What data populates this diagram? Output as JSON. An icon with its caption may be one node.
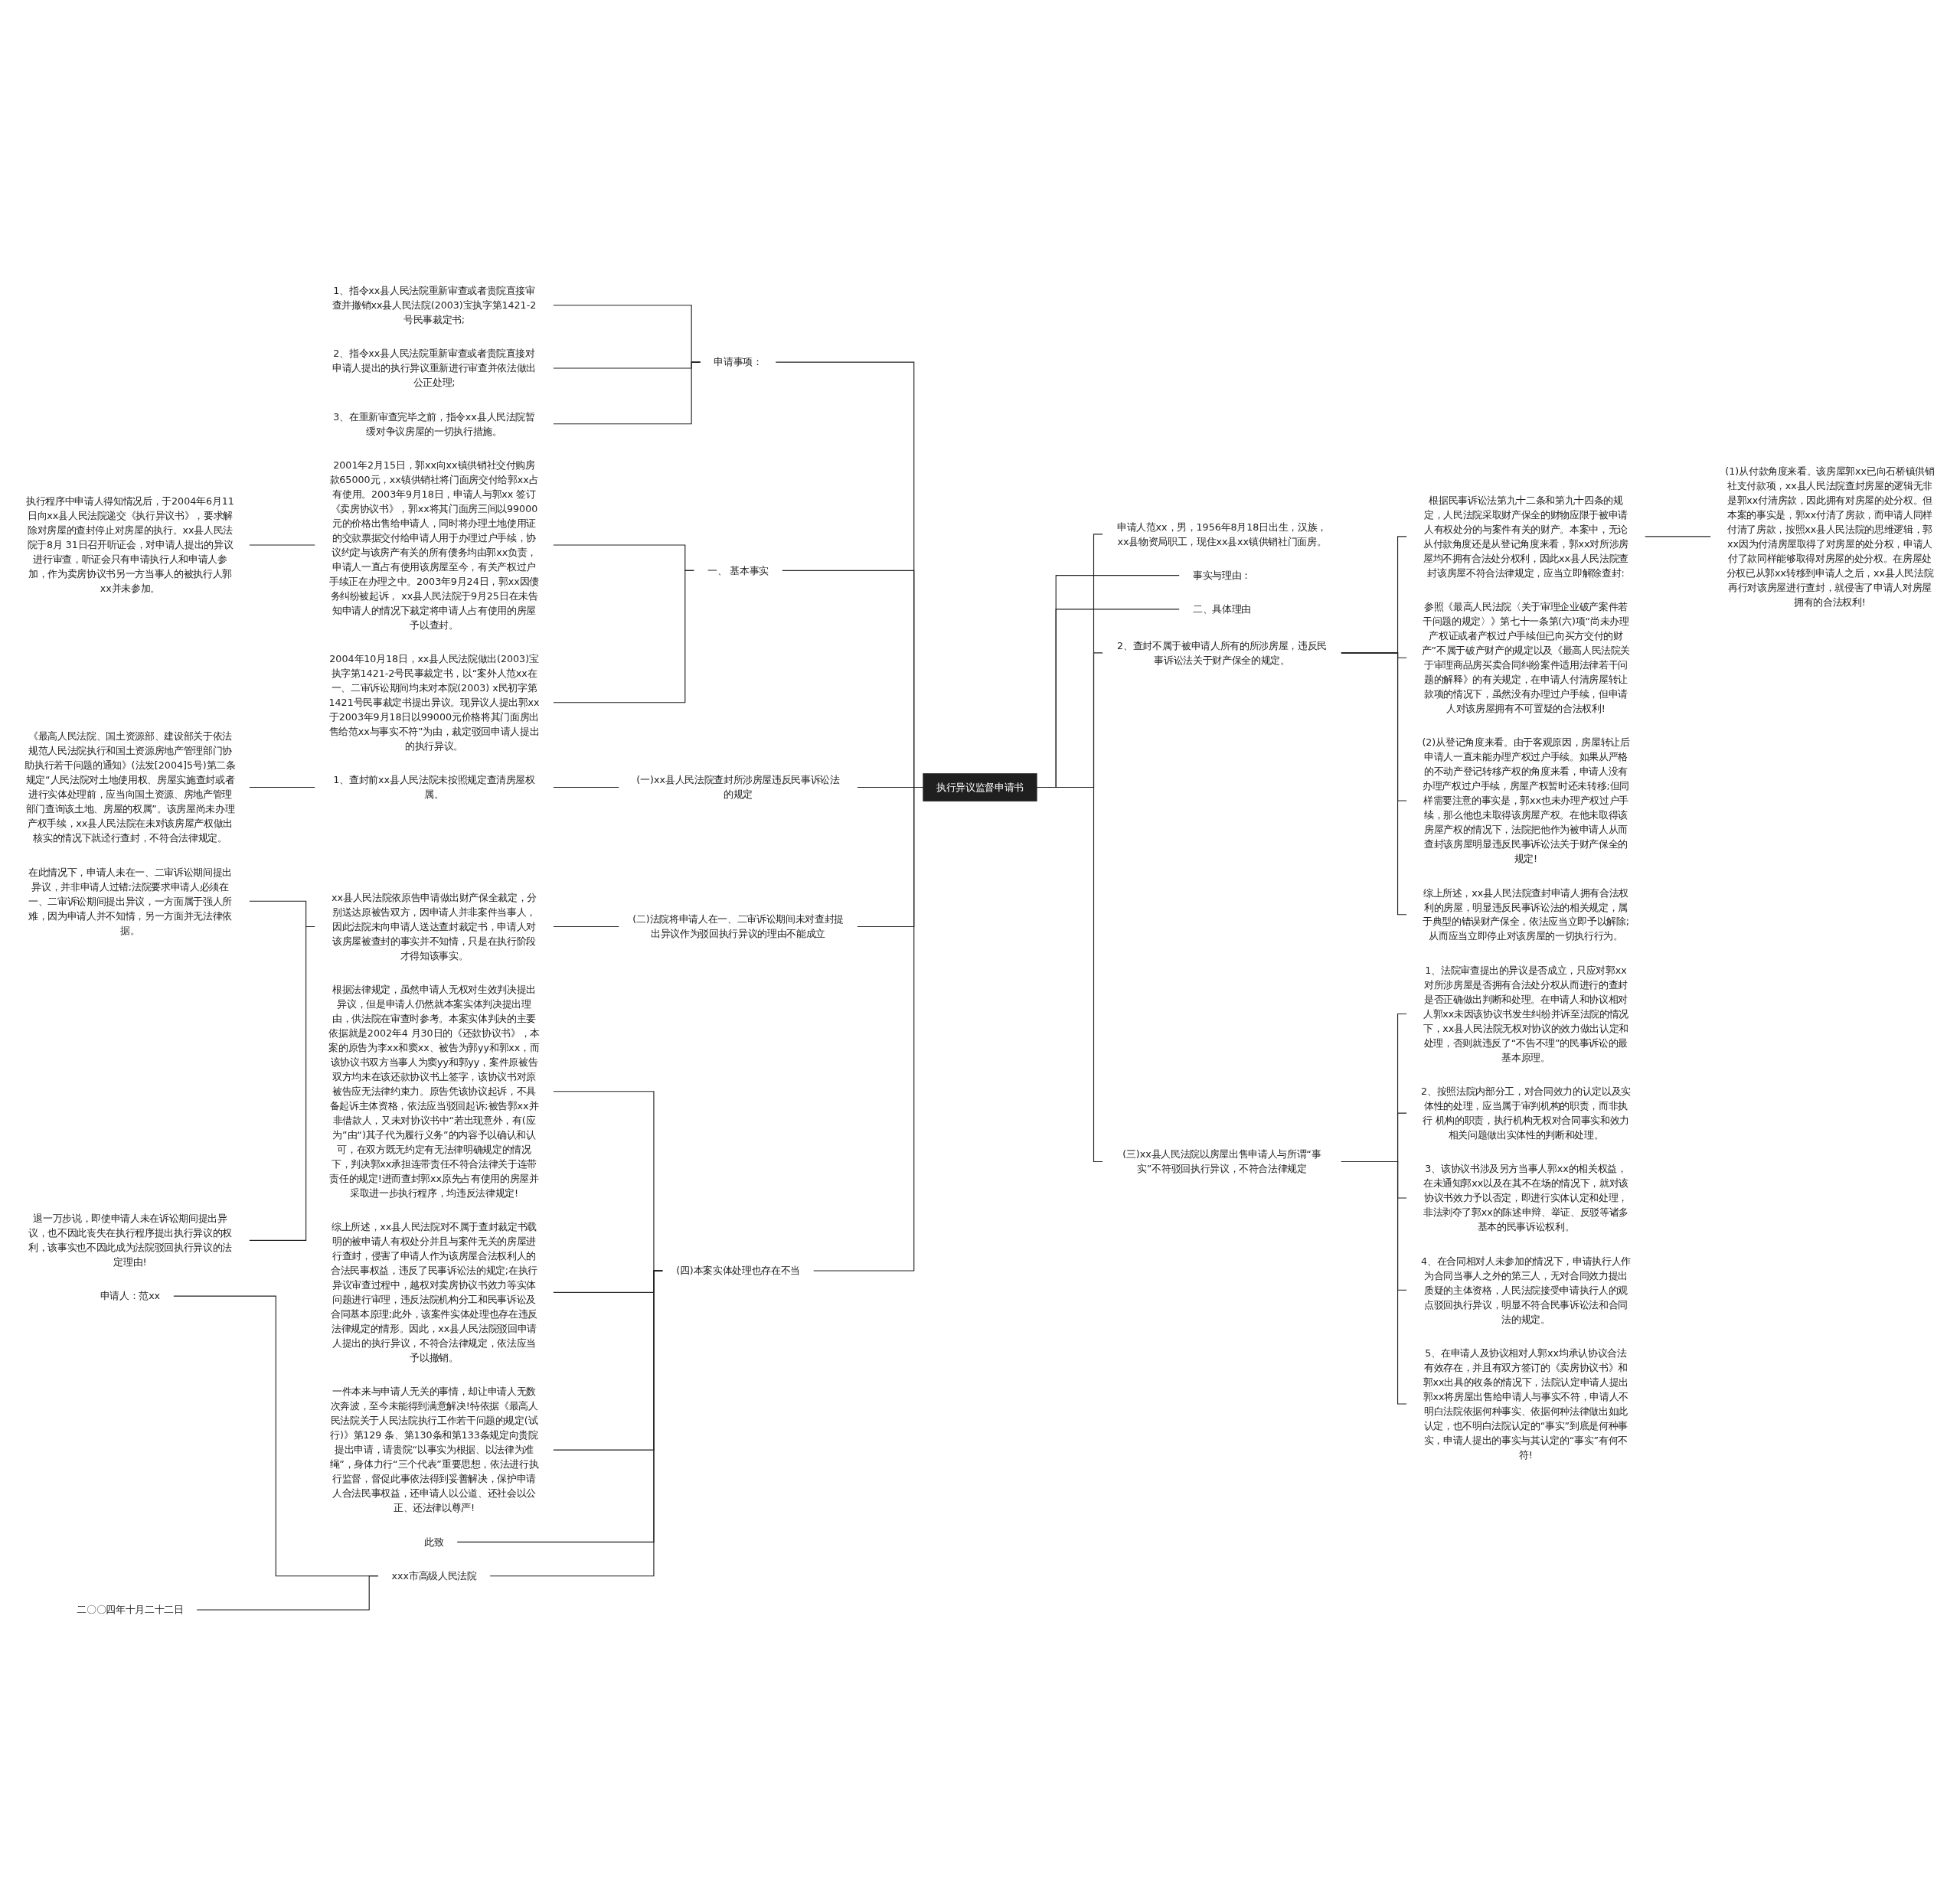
{
  "diagram": {
    "nodes": [
      {
        "text": [
          "执行异议监督申请书"
        ]
      },
      {
        "text": [
          "申请事项："
        ]
      },
      {
        "text": [
          "1、指令xx县人民法院重新审查或者贵院直接审查并撤销xx县人民法院(2003)宝执字第1421-2号民事裁定书;"
        ]
      },
      {
        "text": [
          "2、指令xx县人民法院重新审查或者贵院直接对申请人提出的执行异议重新进行审查并依法做出公正处理;"
        ]
      },
      {
        "text": [
          "3、在重新审查完毕之前，指令xx县人民法院暂缓对争议房屋的一切执行措施。"
        ]
      },
      {
        "text": [
          "一、 基本事实"
        ]
      },
      {
        "text": [
          "2001年2月15日，郭xx向xx镇供销社交付购房款65000元，xx镇供销社将门面房交付给郭xx占有使用。2003年9月18日，申请人与郭xx 签订《卖房协议书》，郭xx将其门面房三间以99000元的价格出售给申请人，同时将办理土地使用证的交款票据交付给申请人用于办理过户手续，协议约定与该房产有关的所有债务均由郭xx负责，申请人一直占有使用该房屋至今，有关产权过户手续正在办理之中。2003年9月24日，郭xx因债务纠纷被起诉， xx县人民法院于9月25日在未告知申请人的情况下裁定将申请人占有使用的房屋予以查封。"
        ]
      },
      {
        "text": [
          "执行程序中申请人得知情况后，于2004年6月11日向xx县人民法院递交《执行异议书》，要求解除对房屋的查封停止对房屋的执行。xx县人民法院于8月 31日召开听证会，对申请人提出的异议进行审查，听证会只有申请执行人和申请人参加，作为卖房协议书另一方当事人的被执行人郭xx并未参加。"
        ]
      },
      {
        "text": [
          "2004年10月18日，xx县人民法院做出(2003)宝执字第1421-2号民事裁定书，以“案外人范xx在一、二审诉讼期间均未对本院(2003) x民初字第1421号民事裁定书提出异议。现异议人提出郭xx于2003年9月18日以99000元价格将其门面房出售给范xx与事实不符”为由，裁定驳回申请人提出的执行异议。"
        ]
      },
      {
        "text": [
          "(一)xx县人民法院查封所涉房屋违反民事诉讼法的规定"
        ]
      },
      {
        "text": [
          "1、查封前xx县人民法院未按照规定查清房屋权属。"
        ]
      },
      {
        "text": [
          "《最高人民法院、国土资源部、建设部关于依法规范人民法院执行和国土资源房地产管理部门协助执行若干问题的通知》(法发[2004]5号)第二条规定“人民法院对土地使用权、房屋实施查封或者进行实体处理前，应当向国土资源、房地产管理部门查询该土地、房屋的权属”。该房屋尚未办理产权手续，xx县人民法院在未对该房屋产权做出核实的情况下就迳行查封，不符合法律规定。"
        ]
      },
      {
        "text": [
          "(二)法院将申请人在一、二审诉讼期间未对查封提出异议作为驳回执行异议的理由不能成立"
        ]
      },
      {
        "text": [
          "xx县人民法院依原告申请做出财产保全裁定，分别送达原被告双方，因申请人并非案件当事人，因此法院未向申请人送达查封裁定书，申请人对该房屋被查封的事实并不知情，只是在执行阶段才得知该事实。"
        ]
      },
      {
        "text": [
          "在此情况下，申请人未在一、二审诉讼期间提出异议，并非申请人过错;法院要求申请人必须在一、二审诉讼期间提出异议，一方面属于强人所难，因为申请人并不知情，另一方面并无法律依据。"
        ]
      },
      {
        "text": [
          "退一万步说，即使申请人未在诉讼期间提出异议，也不因此丧失在执行程序提出执行异议的权利，该事实也不因此成为法院驳回执行异议的法定理由!"
        ]
      },
      {
        "text": [
          "(四)本案实体处理也存在不当"
        ]
      },
      {
        "text": [
          "根据法律规定，虽然申请人无权对生效判决提出异议，但是申请人仍然就本案实体判决提出理由，供法院在审查时参考。本案实体判决的主要依据就是2002年4 月30日的《还款协议书》，本案的原告为李xx和窦xx、被告为郭yy和郭xx，而该协议书双方当事人为窦yy和郭yy，案件原被告双方均未在该还款协议书上签字，该协议书对原被告应无法律约束力。原告凭该协议起诉，不具备起诉主体资格，依法应当驳回起诉;被告郭xx并非借款人，又未对协议书中“若出现意外，有(应为”由“)其子代为履行义务”的内容予以确认和认可，在双方既无约定有无法律明确规定的情况下，判决郭xx承担连带责任不符合法律关于连带责任的规定!进而查封郭xx原先占有使用的房屋并采取进一步执行程序，均违反法律规定!"
        ]
      },
      {
        "text": [
          "综上所述，xx县人民法院对不属于查封裁定书载明的被申请人有权处分并且与案件无关的房屋进行查封，侵害了申请人作为该房屋合法权利人的合法民事权益，违反了民事诉讼法的规定;在执行异议审查过程中，越权对卖房协议书效力等实体问题进行审理，违反法院机构分工和民事诉讼及合同基本原理;此外，该案件实体处理也存在违反法律规定的情形。因此，xx县人民法院驳回申请人提出的执行异议，不符合法律规定，依法应当予以撤销。"
        ]
      },
      {
        "text": [
          "一件本来与申请人无关的事情，却让申请人无数次奔波，至今未能得到满意解决!特依据《最高人民法院关于人民法院执行工作若干问题的规定(试行)》第129 条、第130条和第133条规定向贵院提出申请，请贵院“以事实为根据、以法律为准绳”，身体力行“三个代表”重要思想，依法进行执行监督，督促此事依法得到妥善解决，保护申请人合法民事权益，还申请人以公道、还社会以公正、还法律以尊严!"
        ]
      },
      {
        "text": [
          "此致"
        ]
      },
      {
        "text": [
          "xxx市高级人民法院"
        ]
      },
      {
        "text": [
          "申请人：范xx"
        ]
      },
      {
        "text": [
          "二〇〇四年十月二十二日"
        ]
      },
      {
        "text": [
          "申请人范xx，男，1956年8月18日出生，汉族，xx县物资局职工，现住xx县xx镇供销社门面房。"
        ]
      },
      {
        "text": [
          "事实与理由："
        ]
      },
      {
        "text": [
          "二、具体理由"
        ]
      },
      {
        "text": [
          "2、查封不属于被申请人所有的所涉房屋，违反民事诉讼法关于财产保全的规定。"
        ]
      },
      {
        "text": [
          "根据民事诉讼法第九十二条和第九十四条的规定，人民法院采取财产保全的财物应限于被申请人有权处分的与案件有关的财产。本案中，无论从付款角度还是从登记角度来看，郭xx对所涉房屋均不拥有合法处分权利，因此xx县人民法院查封该房屋不符合法律规定，应当立即解除查封:"
        ]
      },
      {
        "text": [
          "(1)从付款角度来看。该房屋郭xx已向石桥镇供销社支付款项，xx县人民法院查封房屋的逻辑无非是郭xx付清房款，因此拥有对房屋的处分权。但本案的事实是，郭xx付清了房款，而申请人同样付清了房款，按照xx县人民法院的思维逻辑，郭xx因为付清房屋取得了对房屋的处分权，申请人付了款同样能够取得对房屋的处分权。在房屋处分权已从郭xx转移到申请人之后，xx县人民法院再行对该房屋进行查封，就侵害了申请人对房屋拥有的合法权利!"
        ]
      },
      {
        "text": [
          "参照《最高人民法院〈关于审理企业破产案件若干问题的规定〉》第七十一条第(六)项“尚未办理产权证或者产权过户手续但已向买方交付的财产”不属于破产财产的规定以及《最高人民法院关于审理商品房买卖合同纠纷案件适用法律若干问题的解释》的有关规定，在申请人付清房屋转让款项的情况下，虽然没有办理过户手续，但申请人对该房屋拥有不可置疑的合法权利!"
        ]
      },
      {
        "text": [
          "(2)从登记角度来看。由于客观原因，房屋转让后申请人一直未能办理产权过户手续。如果从严格的不动产登记转移产权的角度来看，申请人没有办理产权过户手续，房屋产权暂时还未转移;但同样需要注意的事实是，郭xx也未办理产权过户手续，那么他也未取得该房屋产权。在他未取得该房屋产权的情况下，法院把他作为被申请人从而查封该房屋明显违反民事诉讼法关于财产保全的规定!"
        ]
      },
      {
        "text": [
          "综上所述，xx县人民法院查封申请人拥有合法权利的房屋，明显违反民事诉讼法的相关规定，属于典型的错误财产保全，依法应当立即予以解除;从而应当立即停止对该房屋的一切执行行为。"
        ]
      },
      {
        "text": [
          "(三)xx县人民法院以房屋出售申请人与所谓“事实”不符驳回执行异议，不符合法律规定"
        ]
      },
      {
        "text": [
          "1、法院审查提出的异议是否成立，只应对郭xx对所涉房屋是否拥有合法处分权从而进行的查封是否正确做出判断和处理。在申请人和协议相对人郭xx未因该协议书发生纠纷并诉至法院的情况下，xx县人民法院无权对协议的效力做出认定和处理，否则就违反了“不告不理”的民事诉讼的最基本原理。"
        ]
      },
      {
        "text": [
          "2、按照法院内部分工，对合同效力的认定以及实体性的处理，应当属于审判机构的职责，而非执行 机构的职责，执行机构无权对合同事实和效力相关问题做出实体性的判断和处理。"
        ]
      },
      {
        "text": [
          "3、该协议书涉及另方当事人郭xx的相关权益，在未通知郭xx以及在其不在场的情况下，就对该协议书效力予以否定，即进行实体认定和处理，非法剥夺了郭xx的陈述申辩、举证、反驳等诸多基本的民事诉讼权利。"
        ]
      },
      {
        "text": [
          "4、在合同相对人未参加的情况下，申请执行人作为合同当事人之外的第三人，无对合同效力提出质疑的主体资格，人民法院接受申请执行人的观点驳回执行异议，明显不符合民事诉讼法和合同法的规定。"
        ]
      },
      {
        "text": [
          "5、在申请人及协议相对人郭xx均承认协议合法有效存在，并且有双方签订的《卖房协议书》和郭xx出具的收条的情况下，法院认定申请人提出郭xx将房屋出售给申请人与事实不符，申请人不明白法院依据何种事实、依据何种法律做出如此认定，也不明白法院认定的“事实”到底是何种事实，申请人提出的事实与其认定的“事实”有何不符!"
        ]
      }
    ],
    "edges": [
      {
        "from": 1,
        "to": 0,
        "arrow": "none"
      },
      {
        "from": 2,
        "to": 1,
        "arrow": "none"
      },
      {
        "from": 3,
        "to": 1,
        "arrow": "none"
      },
      {
        "from": 4,
        "to": 1,
        "arrow": "none"
      },
      {
        "from": 5,
        "to": 0,
        "arrow": "none"
      },
      {
        "from": 6,
        "to": 5,
        "arrow": "none"
      },
      {
        "from": 7,
        "to": 6,
        "arrow": "none"
      },
      {
        "from": 8,
        "to": 5,
        "arrow": "none"
      },
      {
        "from": 9,
        "to": 0,
        "arrow": "none"
      },
      {
        "from": 10,
        "to": 9,
        "arrow": "none"
      },
      {
        "from": 11,
        "to": 10,
        "arrow": "none"
      },
      {
        "from": 12,
        "to": 0,
        "arrow": "none"
      },
      {
        "from": 13,
        "to": 12,
        "arrow": "none"
      },
      {
        "from": 14,
        "to": 13,
        "arrow": "none"
      },
      {
        "from": 15,
        "to": 13,
        "arrow": "none"
      },
      {
        "from": 16,
        "to": 0,
        "arrow": "none"
      },
      {
        "from": 17,
        "to": 16,
        "arrow": "none"
      },
      {
        "from": 18,
        "to": 16,
        "arrow": "none"
      },
      {
        "from": 19,
        "to": 16,
        "arrow": "none"
      },
      {
        "from": 20,
        "to": 16,
        "arrow": "none"
      },
      {
        "from": 21,
        "to": 16,
        "arrow": "none"
      },
      {
        "from": 22,
        "to": 21,
        "arrow": "none"
      },
      {
        "from": 23,
        "to": 21,
        "arrow": "none"
      },
      {
        "from": 0,
        "to": 24,
        "arrow": "none"
      },
      {
        "from": 0,
        "to": 25,
        "arrow": "none"
      },
      {
        "from": 0,
        "to": 26,
        "arrow": "none"
      },
      {
        "from": 0,
        "to": 27,
        "arrow": "none"
      },
      {
        "from": 27,
        "to": 28,
        "arrow": "none"
      },
      {
        "from": 28,
        "to": 29,
        "arrow": "none"
      },
      {
        "from": 27,
        "to": 30,
        "arrow": "none"
      },
      {
        "from": 27,
        "to": 31,
        "arrow": "none"
      },
      {
        "from": 27,
        "to": 32,
        "arrow": "none"
      },
      {
        "from": 0,
        "to": 33,
        "arrow": "none"
      },
      {
        "from": 33,
        "to": 34,
        "arrow": "none"
      },
      {
        "from": 33,
        "to": 35,
        "arrow": "none"
      },
      {
        "from": 33,
        "to": 36,
        "arrow": "none"
      },
      {
        "from": 33,
        "to": 37,
        "arrow": "none"
      },
      {
        "from": 33,
        "to": 38,
        "arrow": "none"
      }
    ]
  }
}
